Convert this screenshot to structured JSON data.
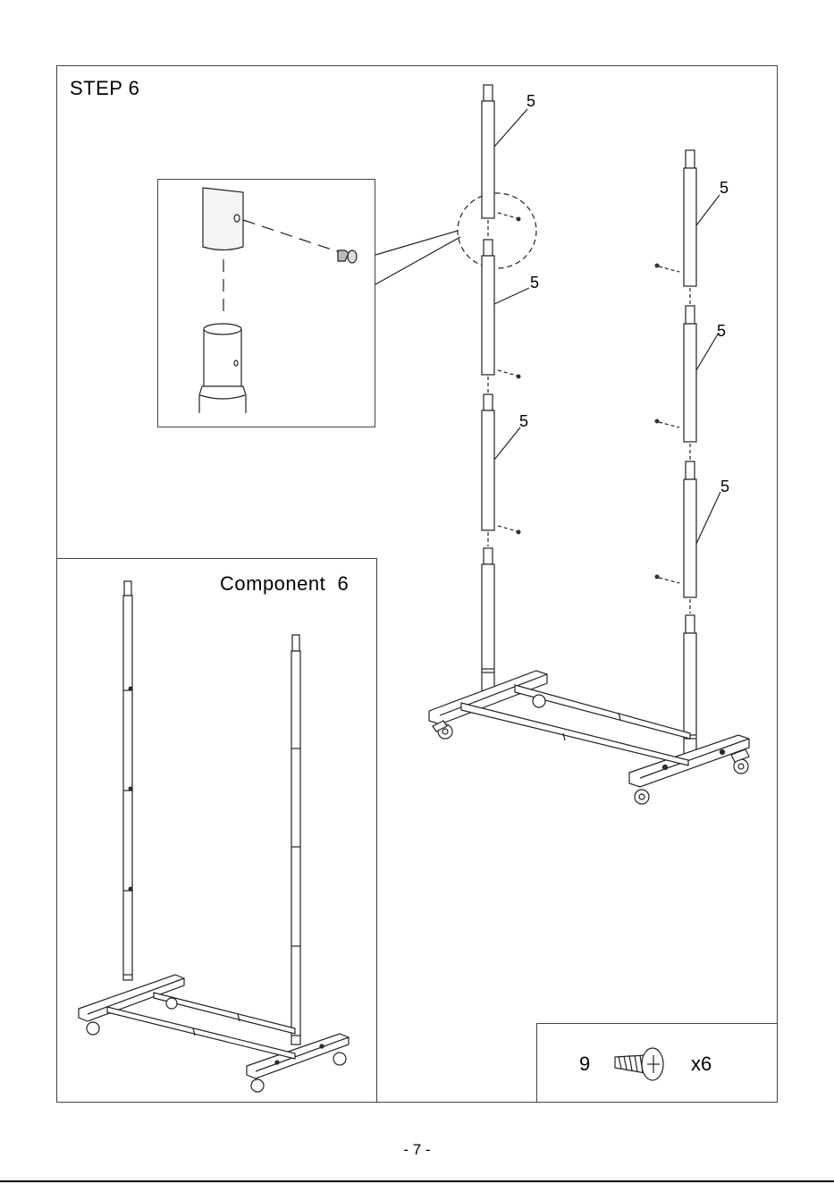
{
  "step_title": "STEP 6",
  "component_title": "Component  6",
  "part_label": "5",
  "hardware": {
    "number": "9",
    "quantity": "x6",
    "icon": "screw-icon"
  },
  "page_number": "- 7 -"
}
